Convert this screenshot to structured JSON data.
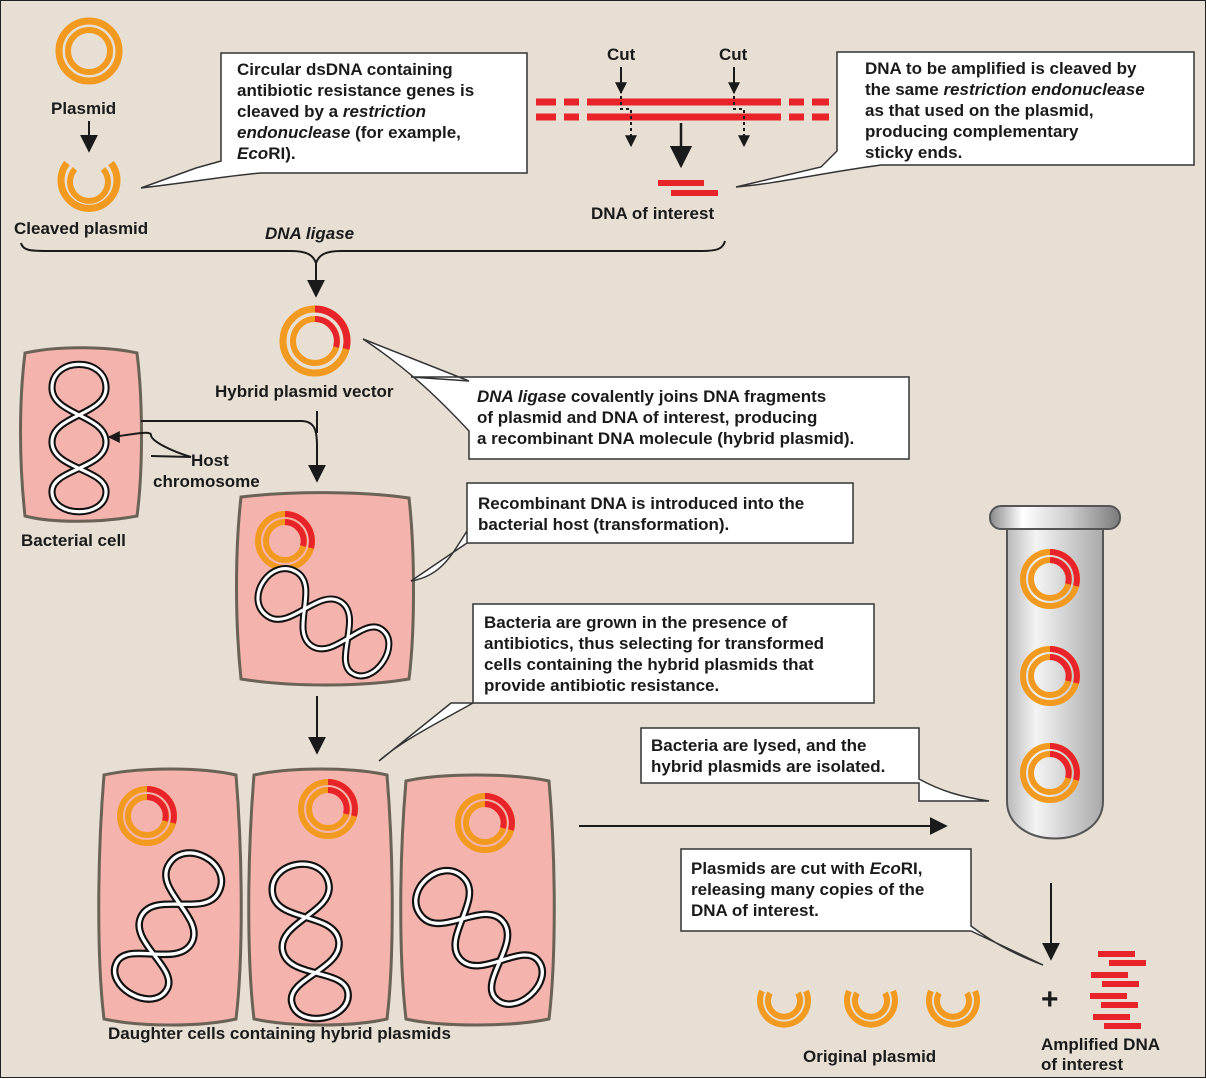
{
  "colors": {
    "background": "#e7dfd4",
    "plasmid": "#f29a1f",
    "dna": "#e8232a",
    "cell": "#f4b3ad",
    "cell_border": "#6b6256",
    "callout": "#ffffff"
  },
  "labels": {
    "plasmid": "Plasmid",
    "cleaved_plasmid": "Cleaved plasmid",
    "cut_left": "Cut",
    "cut_right": "Cut",
    "dna_of_interest": "DNA of interest",
    "dna_ligase": "DNA ligase",
    "hybrid_plasmid_vector": "Hybrid plasmid vector",
    "host": "Host",
    "chromosome": "chromosome",
    "bacterial_cell": "Bacterial cell",
    "daughter_cells": "Daughter cells containing hybrid plasmids",
    "original_plasmid": "Original plasmid",
    "plus": "+",
    "amplified_dna_line1": "Amplified DNA",
    "amplified_dna_line2": "of interest"
  },
  "callouts": {
    "plasmid_cleavage": {
      "line1": "Circular dsDNA containing",
      "line2": "antibiotic resistance genes is",
      "line3a": "cleaved by a ",
      "line3b": "restriction",
      "line4": "endonuclease",
      "line4b": " (for example,",
      "line5a": "Eco",
      "line5b": "RI)."
    },
    "dna_cleavage": {
      "line1": "DNA to be amplified is cleaved by",
      "line2a": "the same ",
      "line2b": "restriction endonuclease",
      "line3": "as that used on the plasmid,",
      "line4": "producing complementary",
      "line5": "sticky ends."
    },
    "ligase": {
      "line1a": "DNA ligase",
      "line1b": " covalently joins DNA fragments",
      "line2": "of plasmid and DNA of interest, producing",
      "line3": "a recombinant DNA molecule (hybrid plasmid)."
    },
    "transformation": {
      "line1": "Recombinant DNA is introduced into the",
      "line2": "bacterial host (transformation)."
    },
    "selection": {
      "line1": "Bacteria are grown in the presence of",
      "line2": "antibiotics, thus selecting for transformed",
      "line3": "cells containing the hybrid plasmids that",
      "line4": "provide antibiotic resistance."
    },
    "lysis": {
      "line1": "Bacteria are lysed, and the",
      "line2": "hybrid plasmids are isolated."
    },
    "ecori_cut": {
      "line1a": "Plasmids are cut with ",
      "line1b": "Eco",
      "line1c": "RI,",
      "line2": "releasing many copies of the",
      "line3": "DNA of interest."
    }
  }
}
